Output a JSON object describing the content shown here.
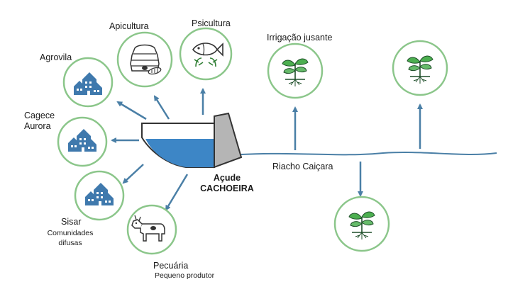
{
  "labels": {
    "apicultura": "Apicultura",
    "psicultura": "Psicultura",
    "agrovila": "Agrovila",
    "cagece_line1": "Cagece",
    "cagece_line2": "Aurora",
    "sisar": "Sisar",
    "sisar_sub_line1": "Comunidades",
    "sisar_sub_line2": "difusas",
    "pecuaria": "Pecuária",
    "pecuaria_sub": "Pequeno produtor",
    "irrigacao": "Irrigação jusante",
    "riacho": "Riacho Caiçara",
    "acude_line1": "Açude",
    "acude_line2": "CACHOEIRA"
  },
  "icons": {
    "apicultura": "beehive-icon",
    "psicultura": "fish-icon",
    "agrovila": "houses-icon",
    "cagece": "houses-icon",
    "sisar": "houses-icon",
    "pecuaria": "cow-icon",
    "irrigacao": "plant-icon",
    "plant_right": "plant-icon",
    "plant_down": "plant-icon"
  },
  "colors": {
    "circle_stroke": "#8bc68a",
    "arrow": "#4a7fa6",
    "water": "#3d86c6",
    "dam": "#b5b5b5",
    "house": "#3f79ad",
    "plant_leaf": "#2e7d32"
  }
}
